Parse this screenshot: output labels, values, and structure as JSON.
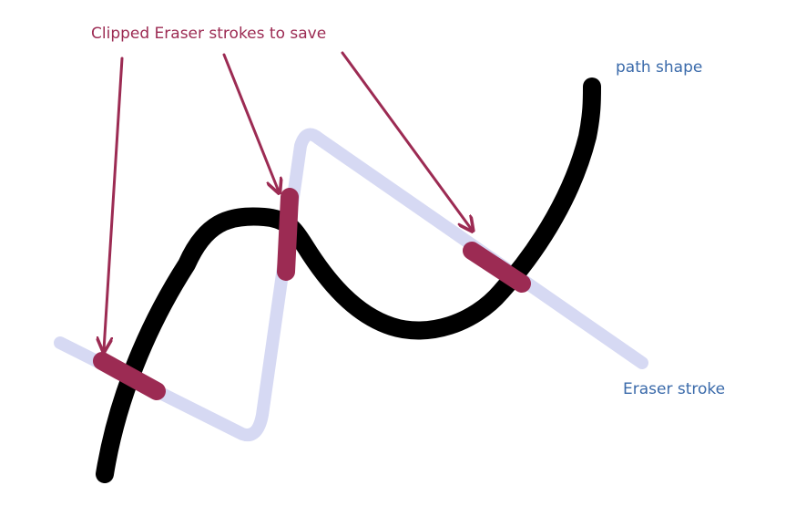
{
  "labels": {
    "clipped": "Clipped Eraser strokes to save",
    "path_shape": "path shape",
    "eraser_stroke": "Eraser stroke"
  },
  "colors": {
    "path": "#000000",
    "eraser": "#d6d9f3",
    "clipped": "#9c2b53",
    "annotation_blue": "#3a6aaa",
    "background": "#ffffff"
  }
}
